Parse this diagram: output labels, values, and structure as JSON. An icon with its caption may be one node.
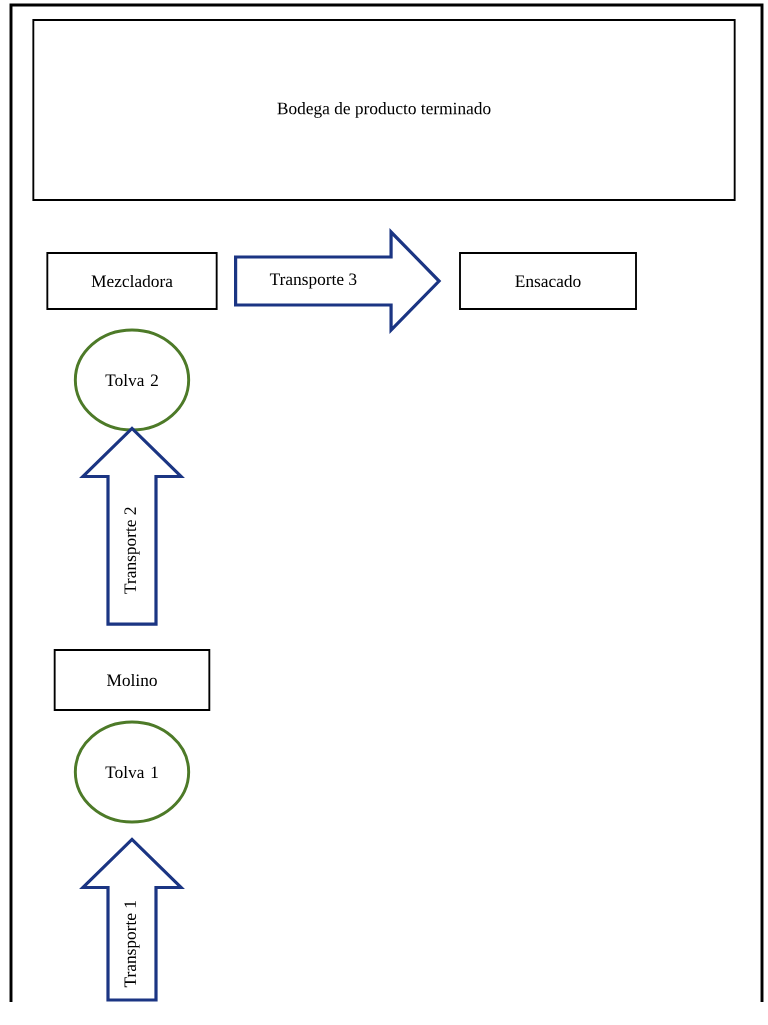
{
  "diagram": {
    "nodes": [
      {
        "text": [
          "Bodega de producto terminado"
        ]
      },
      {
        "text": [
          "Mezcladora"
        ]
      },
      {
        "text": [
          "Ensacado"
        ]
      },
      {
        "text": [
          "Tolva 2"
        ]
      },
      {
        "text": [
          "Molino"
        ]
      },
      {
        "text": [
          "Tolva 1"
        ]
      }
    ],
    "edges": [
      {
        "from": 1,
        "to": 2,
        "arrow": "to",
        "label": "Transporte 3"
      },
      {
        "from": 4,
        "to": 3,
        "arrow": "to",
        "label": "Transporte 2"
      },
      {
        "from": null,
        "to": 5,
        "arrow": "to",
        "label": "Transporte 1"
      }
    ]
  }
}
